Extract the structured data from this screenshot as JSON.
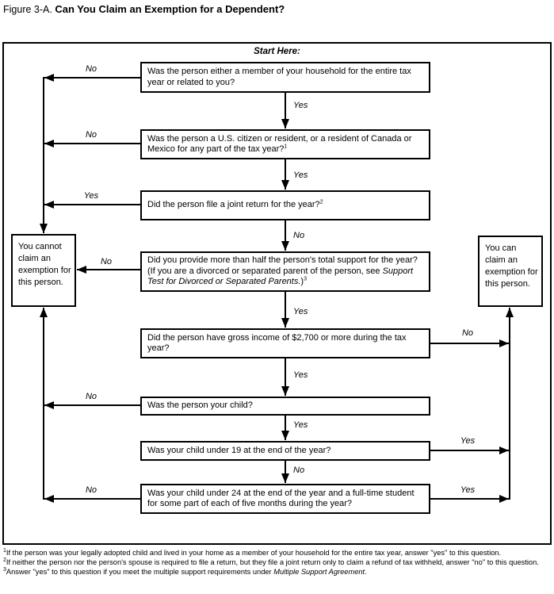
{
  "title": {
    "figure": "Figure 3-A.",
    "heading": "Can You Claim an Exemption for a Dependent?"
  },
  "start_here": "Start Here:",
  "questions": [
    {
      "pre": "Was the person either a member of your household for the entire tax year or related to you?"
    },
    {
      "pre": "Was the person a U.S. citizen or resident, or a resident of Canada or Mexico for any part of the tax year?",
      "sup": "1"
    },
    {
      "pre": "Did the person file a joint return for the year?",
      "sup": "2"
    },
    {
      "pre": "Did you provide more than half the person's total support for the year? (If you are a divorced or separated parent of the person, see ",
      "italic": "Support Test for Divorced or Separated Parents.",
      "post": ")",
      "sup": "3"
    },
    {
      "pre": "Did the person have gross income of $2,700 or more during the tax year?"
    },
    {
      "pre": "Was the person your child?"
    },
    {
      "pre": "Was your child under 19 at the end of the year?"
    },
    {
      "pre": "Was your child under 24 at the end of the year and a full-time student for some part of each of five months during the year?"
    }
  ],
  "labels": {
    "center": [
      "Yes",
      "Yes",
      "No",
      "Yes",
      "Yes",
      "Yes",
      "No"
    ],
    "left": [
      "No",
      "No",
      "Yes",
      "No",
      "No",
      "No"
    ],
    "right": [
      "No",
      "Yes",
      "Yes"
    ]
  },
  "results": {
    "cannot": "You cannot claim an exemption for this person.",
    "can": "You can claim an exemption for this person."
  },
  "footnotes": [
    {
      "sup": "1",
      "pre": "If the person was your legally adopted child and lived in your home as a member of your household for the entire tax year, answer \"yes\" to this question."
    },
    {
      "sup": "2",
      "pre": "If neither the person nor the person's spouse is required to file a return, but they file a joint return only to claim a refund of tax withheld, answer \"no\" to this question."
    },
    {
      "sup": "3",
      "pre": "Answer \"yes\" to this question if you meet the multiple support requirements under ",
      "italic": "Multiple Support Agreement",
      "post": "."
    }
  ],
  "colors": {
    "ink": "#000000",
    "background": "#ffffff"
  }
}
